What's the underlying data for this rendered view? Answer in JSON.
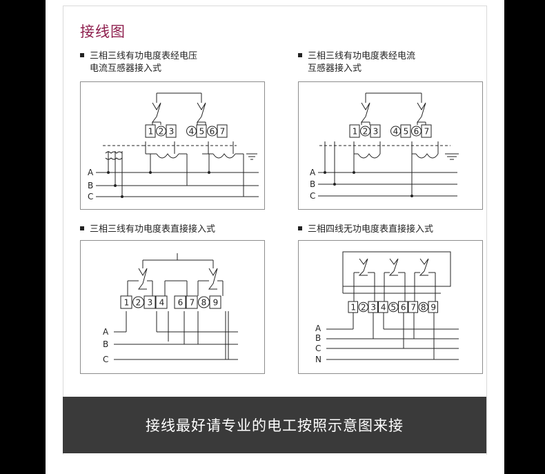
{
  "section_title": "接线图",
  "diagrams": [
    {
      "caption_line1": "三相三线有功电度表经电压",
      "caption_line2": "电流互感器接入式",
      "terminals": [
        "1",
        "2",
        "3",
        "4",
        "5",
        "6",
        "7"
      ],
      "phases": [
        "A",
        "B",
        "C"
      ]
    },
    {
      "caption_line1": "三相三线有功电度表经电流",
      "caption_line2": "互感器接入式",
      "terminals": [
        "1",
        "2",
        "3",
        "4",
        "5",
        "6",
        "7"
      ],
      "phases": [
        "A",
        "B",
        "C"
      ]
    },
    {
      "caption_line1": "三相三线有功电度表直接接入式",
      "caption_line2": "",
      "terminals": [
        "1",
        "2",
        "3",
        "4",
        "6",
        "7",
        "8",
        "9"
      ],
      "phases": [
        "A",
        "B",
        "C"
      ]
    },
    {
      "caption_line1": "三相四线无功电度表直接接入式",
      "caption_line2": "",
      "terminals": [
        "1",
        "2",
        "3",
        "4",
        "5",
        "6",
        "7",
        "8",
        "9"
      ],
      "phases": [
        "A",
        "B",
        "C",
        "N"
      ]
    }
  ],
  "footer_note": "接线最好请专业的电工按照示意图来接"
}
